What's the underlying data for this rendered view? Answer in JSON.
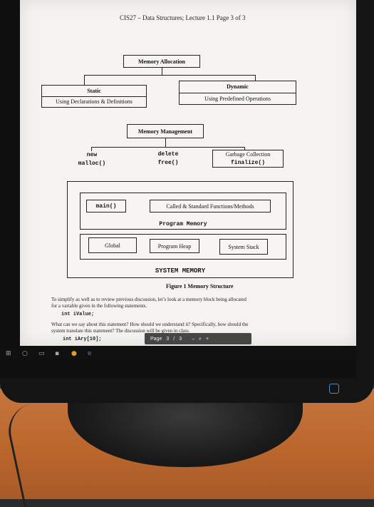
{
  "document": {
    "header": "CIS27 – Data Structures; Lecture 1.1   Page 3 of 3"
  },
  "diagram": {
    "memory_allocation": "Memory Allocation",
    "static_title": "Static",
    "static_sub": "Using Declarations & Definitions",
    "dynamic_title": "Dynamic",
    "dynamic_sub": "Using Predefined Operations",
    "memory_management": "Memory Management",
    "new_line1": "new",
    "new_line2": "malloc()",
    "delete_line1": "delete",
    "delete_line2": "free()",
    "gc_line1": "Garbage Collection",
    "gc_line2": "finalize()",
    "main": "main()",
    "called_functions": "Called & Standard Functions/Methods",
    "program_memory": "Program Memory",
    "global": "Global",
    "program_heap": "Program Heap",
    "system_stack": "System Stack",
    "system_memory": "SYSTEM MEMORY",
    "caption": "Figure 1 Memory Structure"
  },
  "body_text": {
    "line1": "To simplify as well as to review previous discussion, let’s look at a memory block being allocated",
    "line2": "for a variable given in the following statements.",
    "code1": "int iValue;",
    "line3": "What can we say about this statement? How should we understand it? Specifically, how should the",
    "line4": "system translate this statement? The discussion will be given in class.",
    "code2": "int iAry[10];"
  },
  "pdf_toolbar": {
    "page_label": "Page",
    "current_page": "3",
    "separator": "/",
    "total_pages": "3",
    "zoom_out": "–",
    "zoom_in": "+"
  },
  "taskbar": {
    "icons": [
      "windows-icon",
      "search-icon",
      "file-explorer-icon",
      "store-icon",
      "app-icon",
      "edge-icon"
    ]
  }
}
